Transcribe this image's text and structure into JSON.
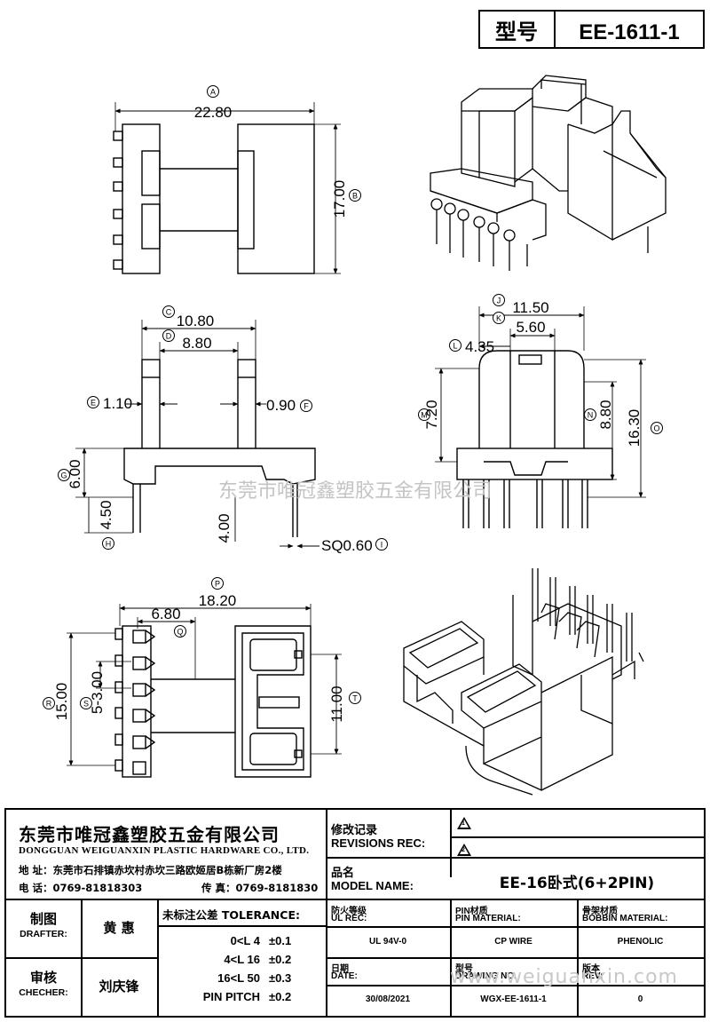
{
  "header": {
    "model_label": "型号",
    "model_value": "EE-1611-1"
  },
  "dimensions": {
    "A": {
      "letter": "A",
      "value": "22.80"
    },
    "B": {
      "letter": "B",
      "value": "17.00"
    },
    "C": {
      "letter": "C",
      "value": "10.80"
    },
    "D": {
      "letter": "D",
      "value": "8.80"
    },
    "E": {
      "letter": "E",
      "value": "1.10"
    },
    "F": {
      "letter": "F",
      "value": "0.90"
    },
    "G": {
      "letter": "G",
      "value": "6.00"
    },
    "H": {
      "letter": "H",
      "value": "4.50"
    },
    "I": {
      "letter": "I",
      "value": "SQ0.60"
    },
    "J": {
      "letter": "J",
      "value": "11.50"
    },
    "K": {
      "letter": "K",
      "value": "5.60"
    },
    "L": {
      "letter": "L",
      "value": "4.35"
    },
    "M": {
      "letter": "M",
      "value": "7.20"
    },
    "N": {
      "letter": "N",
      "value": "8.80"
    },
    "O": {
      "letter": "O",
      "value": "16.30"
    },
    "P": {
      "letter": "P",
      "value": "18.20"
    },
    "Q": {
      "letter": "Q",
      "value": "6.80"
    },
    "R": {
      "letter": "R",
      "value": "15.00"
    },
    "S": {
      "letter": "S",
      "value": "5-3.00"
    },
    "T": {
      "letter": "T",
      "value": "11.00"
    },
    "extra": "4.00"
  },
  "watermarks": {
    "center": "东莞市唯冠鑫塑胶五金有限公司",
    "bottom": "www.weiguanxin.com"
  },
  "company": {
    "name_cn": "东莞市唯冠鑫塑胶五金有限公司",
    "name_en": "DONGGUAN WEIGUANXIN PLASTIC HARDWARE CO., LTD.",
    "address": "地 址：东莞市石排镇赤坎村赤坎三路欧姬居B栋新厂房2楼",
    "phone": "电 话：0769-81818303",
    "fax": "传 真：0769-8181830"
  },
  "revisions": {
    "label_cn": "修改记录",
    "label_en": "REVISIONS REC:",
    "rev1": "1",
    "rev2": "2"
  },
  "model_name": {
    "label_cn": "品名",
    "label_en": "MODEL NAME:",
    "value": "EE-16卧式(6+2PIN)"
  },
  "drafter": {
    "label_cn": "制图",
    "label_en": "DRAFTER:",
    "name": "黄 惠"
  },
  "checker": {
    "label_cn": "审核",
    "label_en": "CHECHER:",
    "name": "刘庆锋"
  },
  "tolerance": {
    "label": "未标注公差 TOLERANCE:",
    "rows": [
      {
        "range": "0<L  4",
        "value": "±0.1"
      },
      {
        "range": "4<L  16",
        "value": "±0.2"
      },
      {
        "range": "16<L  50",
        "value": "±0.3"
      },
      {
        "range": "PIN PITCH",
        "value": "±0.2"
      }
    ]
  },
  "specs": {
    "ul": {
      "label_cn": "防火等级",
      "label_en": "UL REC:",
      "value": "UL 94V-0"
    },
    "pin": {
      "label_cn": "PIN材质",
      "label_en": "PIN MATERIAL:",
      "value": "CP WIRE"
    },
    "bobbin": {
      "label_cn": "骨架材质",
      "label_en": "BOBBIN MATERIAL:",
      "value": "PHENOLIC"
    },
    "date": {
      "label_cn": "日期",
      "label_en": "DATE:",
      "value": "30/08/2021"
    },
    "drawing": {
      "label_cn": "型号",
      "label_en": "DRAWING NO.",
      "value": "WGX-EE-1611-1"
    },
    "rev": {
      "label_cn": "版本",
      "label_en": "REV:",
      "value": "0"
    }
  }
}
